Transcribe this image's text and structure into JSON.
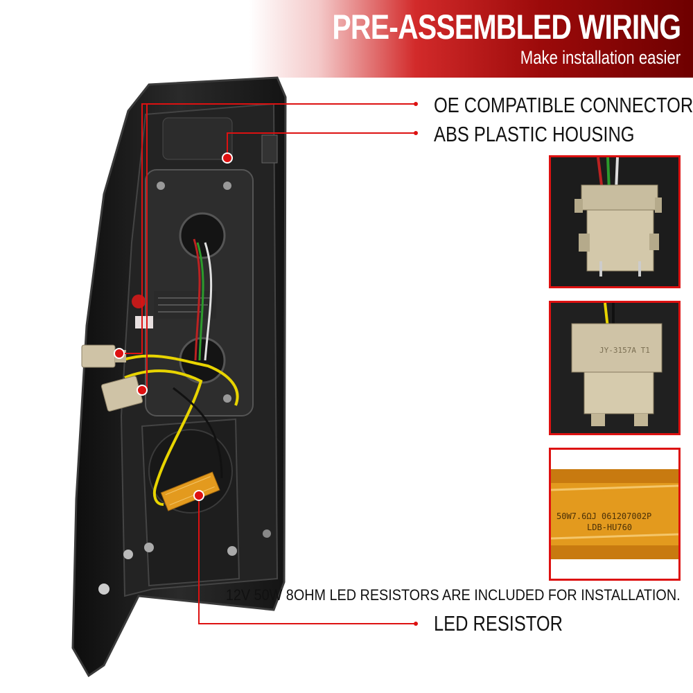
{
  "banner": {
    "title": "PRE-ASSEMBLED WIRING",
    "subtitle": "Make installation easier"
  },
  "callouts": {
    "connectors": "OE COMPATIBLE CONNECTORS",
    "housing": "ABS PLASTIC HOUSING",
    "resistor": "LED RESISTOR"
  },
  "resistor_note": "12V 50W 8OHM LED RESISTORS ARE INCLUDED FOR INSTALLATION.",
  "resistor_print": {
    "line1": "50W7.6ΩJ 061207002P",
    "line2": "LDB-HU760"
  },
  "connector_print": "JY-3157A T1",
  "colors": {
    "accent_red": "#d11111",
    "banner_dark": "#6e0000",
    "housing": "#1a1a1a",
    "wire_yellow": "#e8d400",
    "connector_beige": "#cfc3a6",
    "resistor_gold": "#e39a1e"
  }
}
